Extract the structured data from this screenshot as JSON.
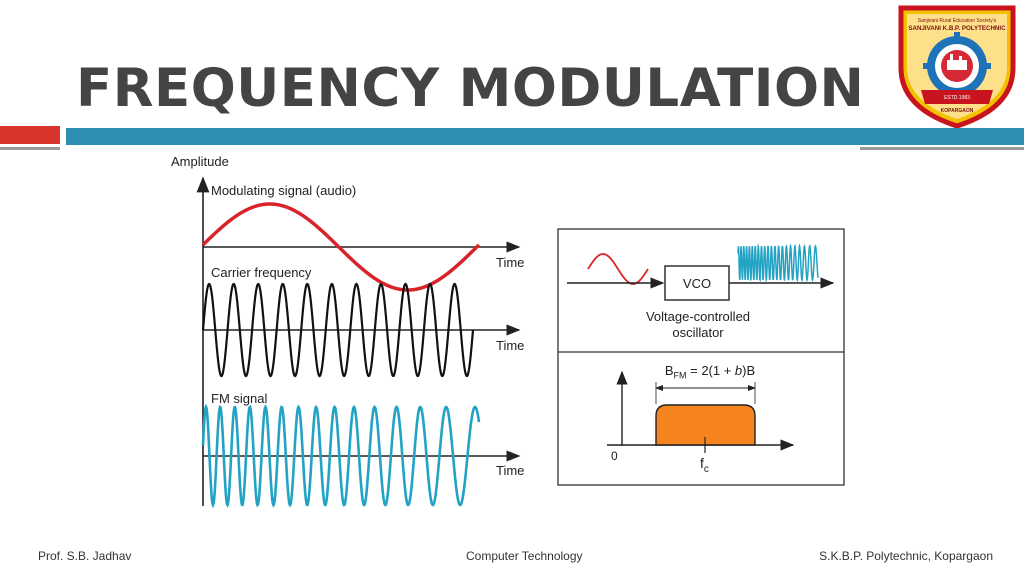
{
  "slide": {
    "title": "FREQUENCY MODULATION",
    "accent_colors": {
      "red": "#d9342b",
      "teal": "#2e8fb5",
      "gray": "#9a9a9a"
    }
  },
  "logo": {
    "arc_text": "Sanjivani Rural Education Society's",
    "name": "SANJIVANI K.B.P. POLYTECHNIC",
    "estd": "ESTD.1983",
    "place": "KOPARGAON"
  },
  "diagram": {
    "amplitude_label": "Amplitude",
    "modulating_label": "Modulating signal (audio)",
    "carrier_label": "Carrier frequency",
    "fm_label": "FM signal",
    "time_label": "Time",
    "vco_label": "VCO",
    "vco_caption_1": "Voltage-controlled",
    "vco_caption_2": "oscillator",
    "bandwidth_formula": "B<sub>FM</sub> = 2(1 + b)B",
    "zero_label": "0",
    "fc_label": "f",
    "fc_sub": "c",
    "colors": {
      "modulating": "#d8232a",
      "carrier": "#111111",
      "fm": "#22a3c4",
      "spectrum": "#f5841f"
    }
  },
  "footer": {
    "left": "Prof. S.B. Jadhav",
    "center": "Computer Technology",
    "right": "S.K.B.P. Polytechnic, Kopargaon"
  }
}
